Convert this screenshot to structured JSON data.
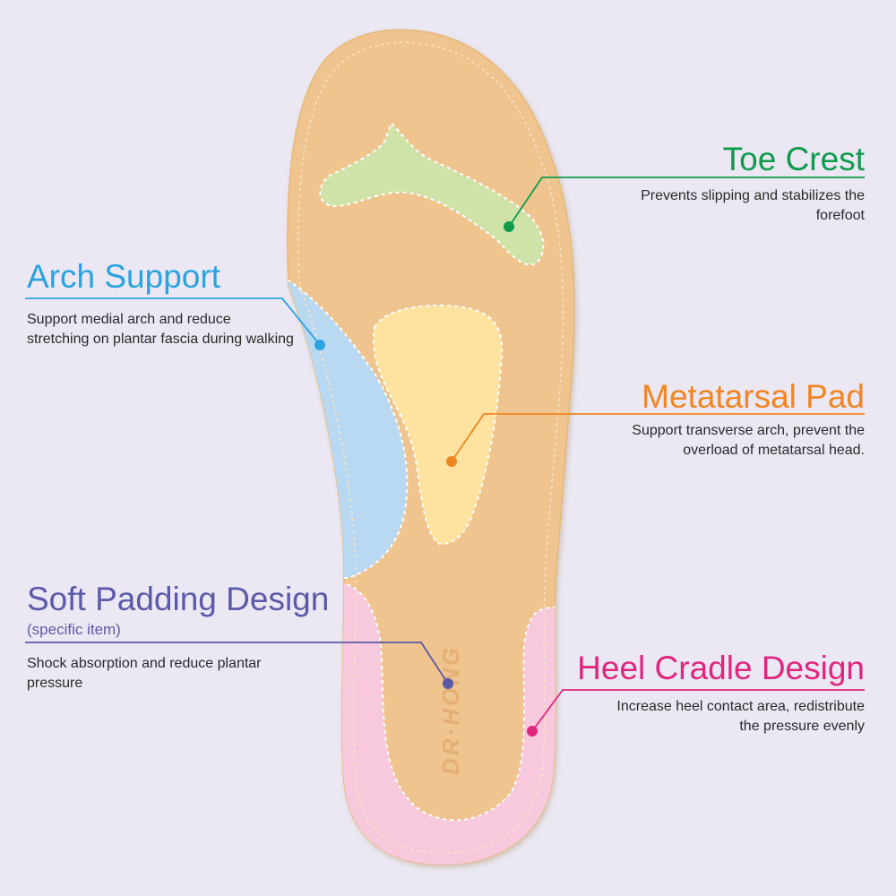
{
  "brand": "DR·HONG",
  "colors": {
    "background": "#ebe8f3",
    "insole": "#efc48f",
    "toe_crest": "#0e9b4c",
    "toe_crest_fill": "#cfe2a8",
    "arch_support": "#2aa3e0",
    "arch_support_fill": "#b9d9f3",
    "metatarsal_pad": "#f08521",
    "metatarsal_pad_fill": "#fde39f",
    "soft_padding": "#5b59a8",
    "heel_cradle": "#e0267e",
    "heel_cradle_fill": "#f8c9dc"
  },
  "features": {
    "toe_crest": {
      "title": "Toe Crest",
      "description": "Prevents slipping and stabilizes the forefoot"
    },
    "arch_support": {
      "title": "Arch Support",
      "description": "Support medial arch and reduce stretching on plantar fascia during walking"
    },
    "metatarsal_pad": {
      "title": "Metatarsal Pad",
      "description": "Support transverse arch, prevent the overload of metatarsal head."
    },
    "soft_padding": {
      "title": "Soft Padding Design",
      "subtitle": "(specific item)",
      "description": "Shock absorption and reduce plantar pressure"
    },
    "heel_cradle": {
      "title": "Heel Cradle Design",
      "description": "Increase heel contact area, redistribute the pressure evenly"
    }
  }
}
